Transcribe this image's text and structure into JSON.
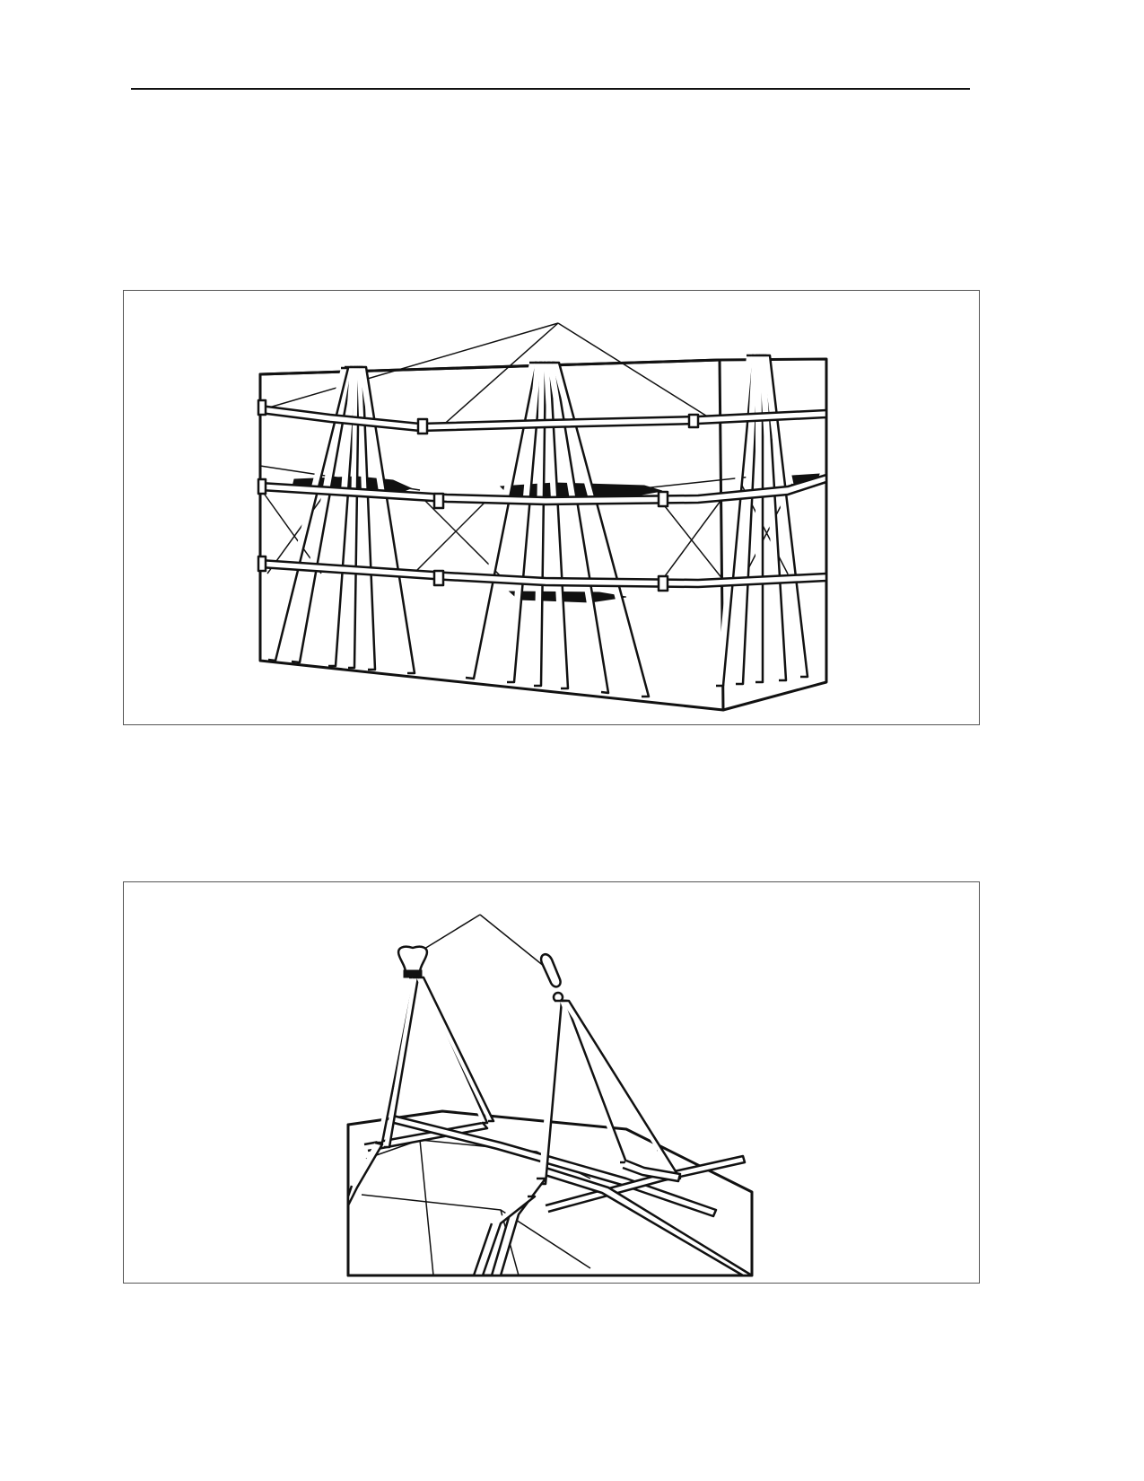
{
  "page": {
    "figures": [
      {
        "id": "figure-1",
        "subject": "cargo-load-strapped-with-webbing"
      },
      {
        "id": "figure-2",
        "subject": "load-suspended-by-sling-legs"
      }
    ]
  },
  "colors": {
    "ink": "#111111",
    "frame": "#555555",
    "paper": "#ffffff"
  }
}
